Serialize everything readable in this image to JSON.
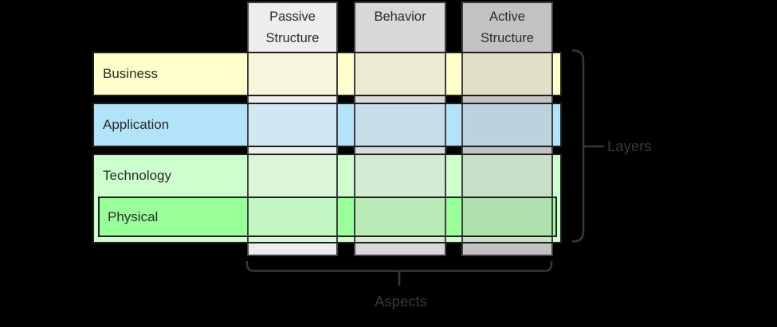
{
  "diagram": {
    "columns": [
      {
        "id": "passive",
        "label": "Passive Structure"
      },
      {
        "id": "behavior",
        "label": "Behavior"
      },
      {
        "id": "active",
        "label": "Active Structure"
      }
    ],
    "rows": [
      {
        "id": "business",
        "label": "Business"
      },
      {
        "id": "application",
        "label": "Application"
      },
      {
        "id": "technology",
        "label": "Technology"
      },
      {
        "id": "physical",
        "label": "Physical",
        "nested_in": "technology"
      }
    ],
    "annotations": {
      "layers_label": "Layers",
      "aspects_label": "Aspects"
    }
  },
  "colors": {
    "background": "#000000",
    "row_business": "#FFFFCC",
    "row_application": "#B3E3F8",
    "row_technology": "#CCFFCC",
    "row_physical": "#99FF99",
    "col_passive": "#EDEDED",
    "col_behavior": "#D8D8D8",
    "col_active": "#C2C2C2",
    "cell_business_passive": "#F6F6DC",
    "cell_business_behavior": "#EBEBD2",
    "cell_business_active": "#E0E0C7",
    "cell_application_passive": "#D0E8F2",
    "cell_application_behavior": "#C6DEE8",
    "cell_application_active": "#BBD3DD",
    "cell_technology_passive": "#DCF6DC",
    "cell_technology_behavior": "#D2EBD2",
    "cell_technology_active": "#C7E0C7",
    "cell_physical_passive": "#C3F6C3",
    "cell_physical_behavior": "#B9EBB9",
    "cell_physical_active": "#AEE0AE",
    "grid_border": "#1F1F1F",
    "band_border": "#3F3F3F",
    "bracket": "#383838",
    "label_text": "#2B2B2B",
    "annotation_text": "#383838"
  }
}
